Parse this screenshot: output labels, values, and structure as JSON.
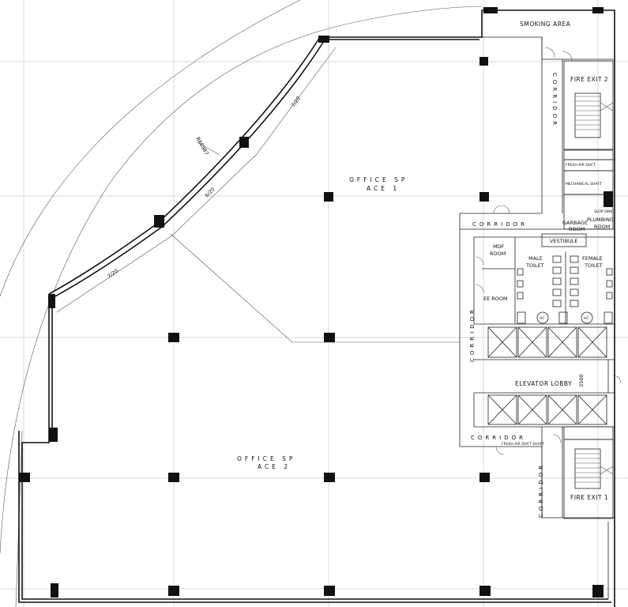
{
  "rooms": {
    "office_1": [
      "OFFICE SP",
      "ACE 1"
    ],
    "office_2": [
      "OFFICE SP",
      "ACE 2"
    ],
    "smoking": "SMOKING AREA",
    "fire_exit_2": "FIRE EXIT 2",
    "fire_exit_1": "FIRE EXIT 1",
    "garbage": [
      "GARBAGE",
      "ROOM"
    ],
    "plumbing": [
      "PLUMBING",
      "ROOM"
    ],
    "vestibule": "VESTIBULE",
    "mdf": [
      "MDF",
      "ROOM"
    ],
    "male_toilet": [
      "MALE",
      "TOILET"
    ],
    "female_toilet": [
      "FEMALE",
      "TOILET"
    ],
    "ee_room": "EE ROOM",
    "elevator_lobby": "ELEVATOR LOBBY",
    "fresh_air_duct_1": "FRESH AIR DUCT",
    "fresh_air_duct_2": "FRESH AIR DUCT SHAFT",
    "mechanical_shaft": "MECHANICAL SHAFT",
    "slop_sink": "SLOP SINK"
  },
  "corridors": {
    "vertical_right_top": "CORRIDOR",
    "top_horizontal": "CORRIDOR",
    "left_vertical": "CORRIDOR",
    "bottom_horizontal": "CORRIDOR",
    "bottom_vertical": "CORRIDOR"
  },
  "markers": {
    "hc": "HC"
  },
  "dimensions": {
    "radius": "R66987",
    "seg_upper": "7/20",
    "seg_middle": "6/20",
    "seg_lower": "7/20",
    "lobby_width": "3500"
  },
  "colors": {
    "line": "#111111",
    "grid": "#d9d9d9",
    "background": "#ffffff"
  }
}
